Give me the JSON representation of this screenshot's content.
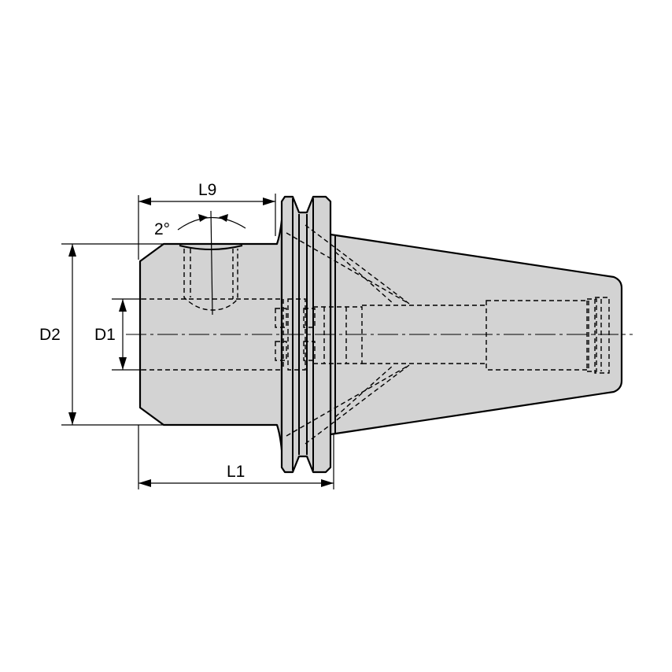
{
  "labels": {
    "l9": "L9",
    "angle": "2°",
    "d2": "D2",
    "d1": "D1",
    "l1": "L1"
  },
  "colors": {
    "body": "#d3d3d3",
    "line": "#000000",
    "background": "#ffffff"
  }
}
